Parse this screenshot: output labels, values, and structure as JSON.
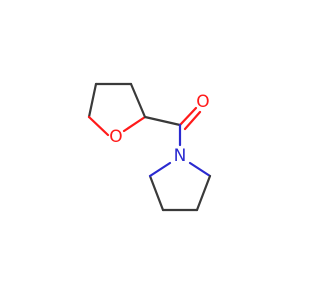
{
  "molecule": {
    "atoms": {
      "ring_oxygen": {
        "symbol": "O",
        "color": "#ff1a1a"
      },
      "carbonyl_oxygen": {
        "symbol": "O",
        "color": "#ff1a1a"
      },
      "nitrogen": {
        "symbol": "N",
        "color": "#2a2ad0"
      }
    },
    "bond_color": "#3a3a3a"
  }
}
